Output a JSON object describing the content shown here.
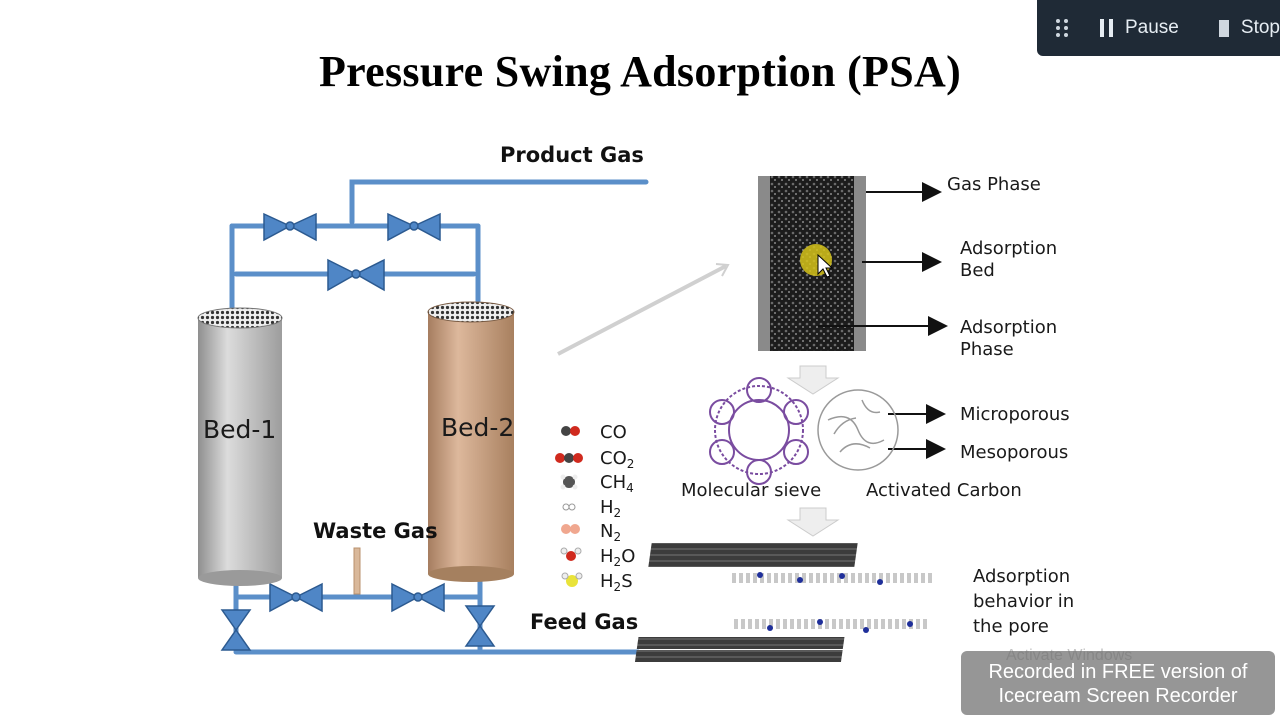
{
  "slide": {
    "title": "Pressure Swing Adsorption (PSA)"
  },
  "diagram": {
    "product_gas": "Product Gas",
    "waste_gas": "Waste Gas",
    "feed_gas": "Feed Gas",
    "bed1": "Bed-1",
    "bed2": "Bed-2",
    "legend": [
      {
        "base": "CO",
        "sub": ""
      },
      {
        "base": "CO",
        "sub": "2"
      },
      {
        "base": "CH",
        "sub": "4"
      },
      {
        "base": "H",
        "sub": "2"
      },
      {
        "base": "N",
        "sub": "2"
      },
      {
        "base": "H",
        "sub": "2",
        "tail": "O"
      },
      {
        "base": "H",
        "sub": "2",
        "tail": "S"
      }
    ],
    "gas_phase": "Gas Phase",
    "adsorption_bed_1": "Adsorption",
    "adsorption_bed_2": "Bed",
    "adsorption_phase_1": "Adsorption",
    "adsorption_phase_2": "Phase",
    "microporous": "Microporous",
    "mesoporous": "Mesoporous",
    "molecular_sieve": "Molecular sieve",
    "activated_carbon": "Activated Carbon",
    "pore_1": "Adsorption",
    "pore_2": "behavior in",
    "pore_3": "the pore"
  },
  "recorder": {
    "pause_label": "Pause",
    "stop_label": "Stop",
    "watermark_line1": "Recorded in FREE version of",
    "watermark_line2": "Icecream  Screen  Recorder"
  },
  "os_overlay": {
    "activate_windows": "Activate Windows"
  },
  "colors": {
    "pipe": "#5b8fc9",
    "bed1": "#b7b7b7",
    "bed2": "#c49a7c",
    "recorder_bg": "#1f2a36"
  }
}
